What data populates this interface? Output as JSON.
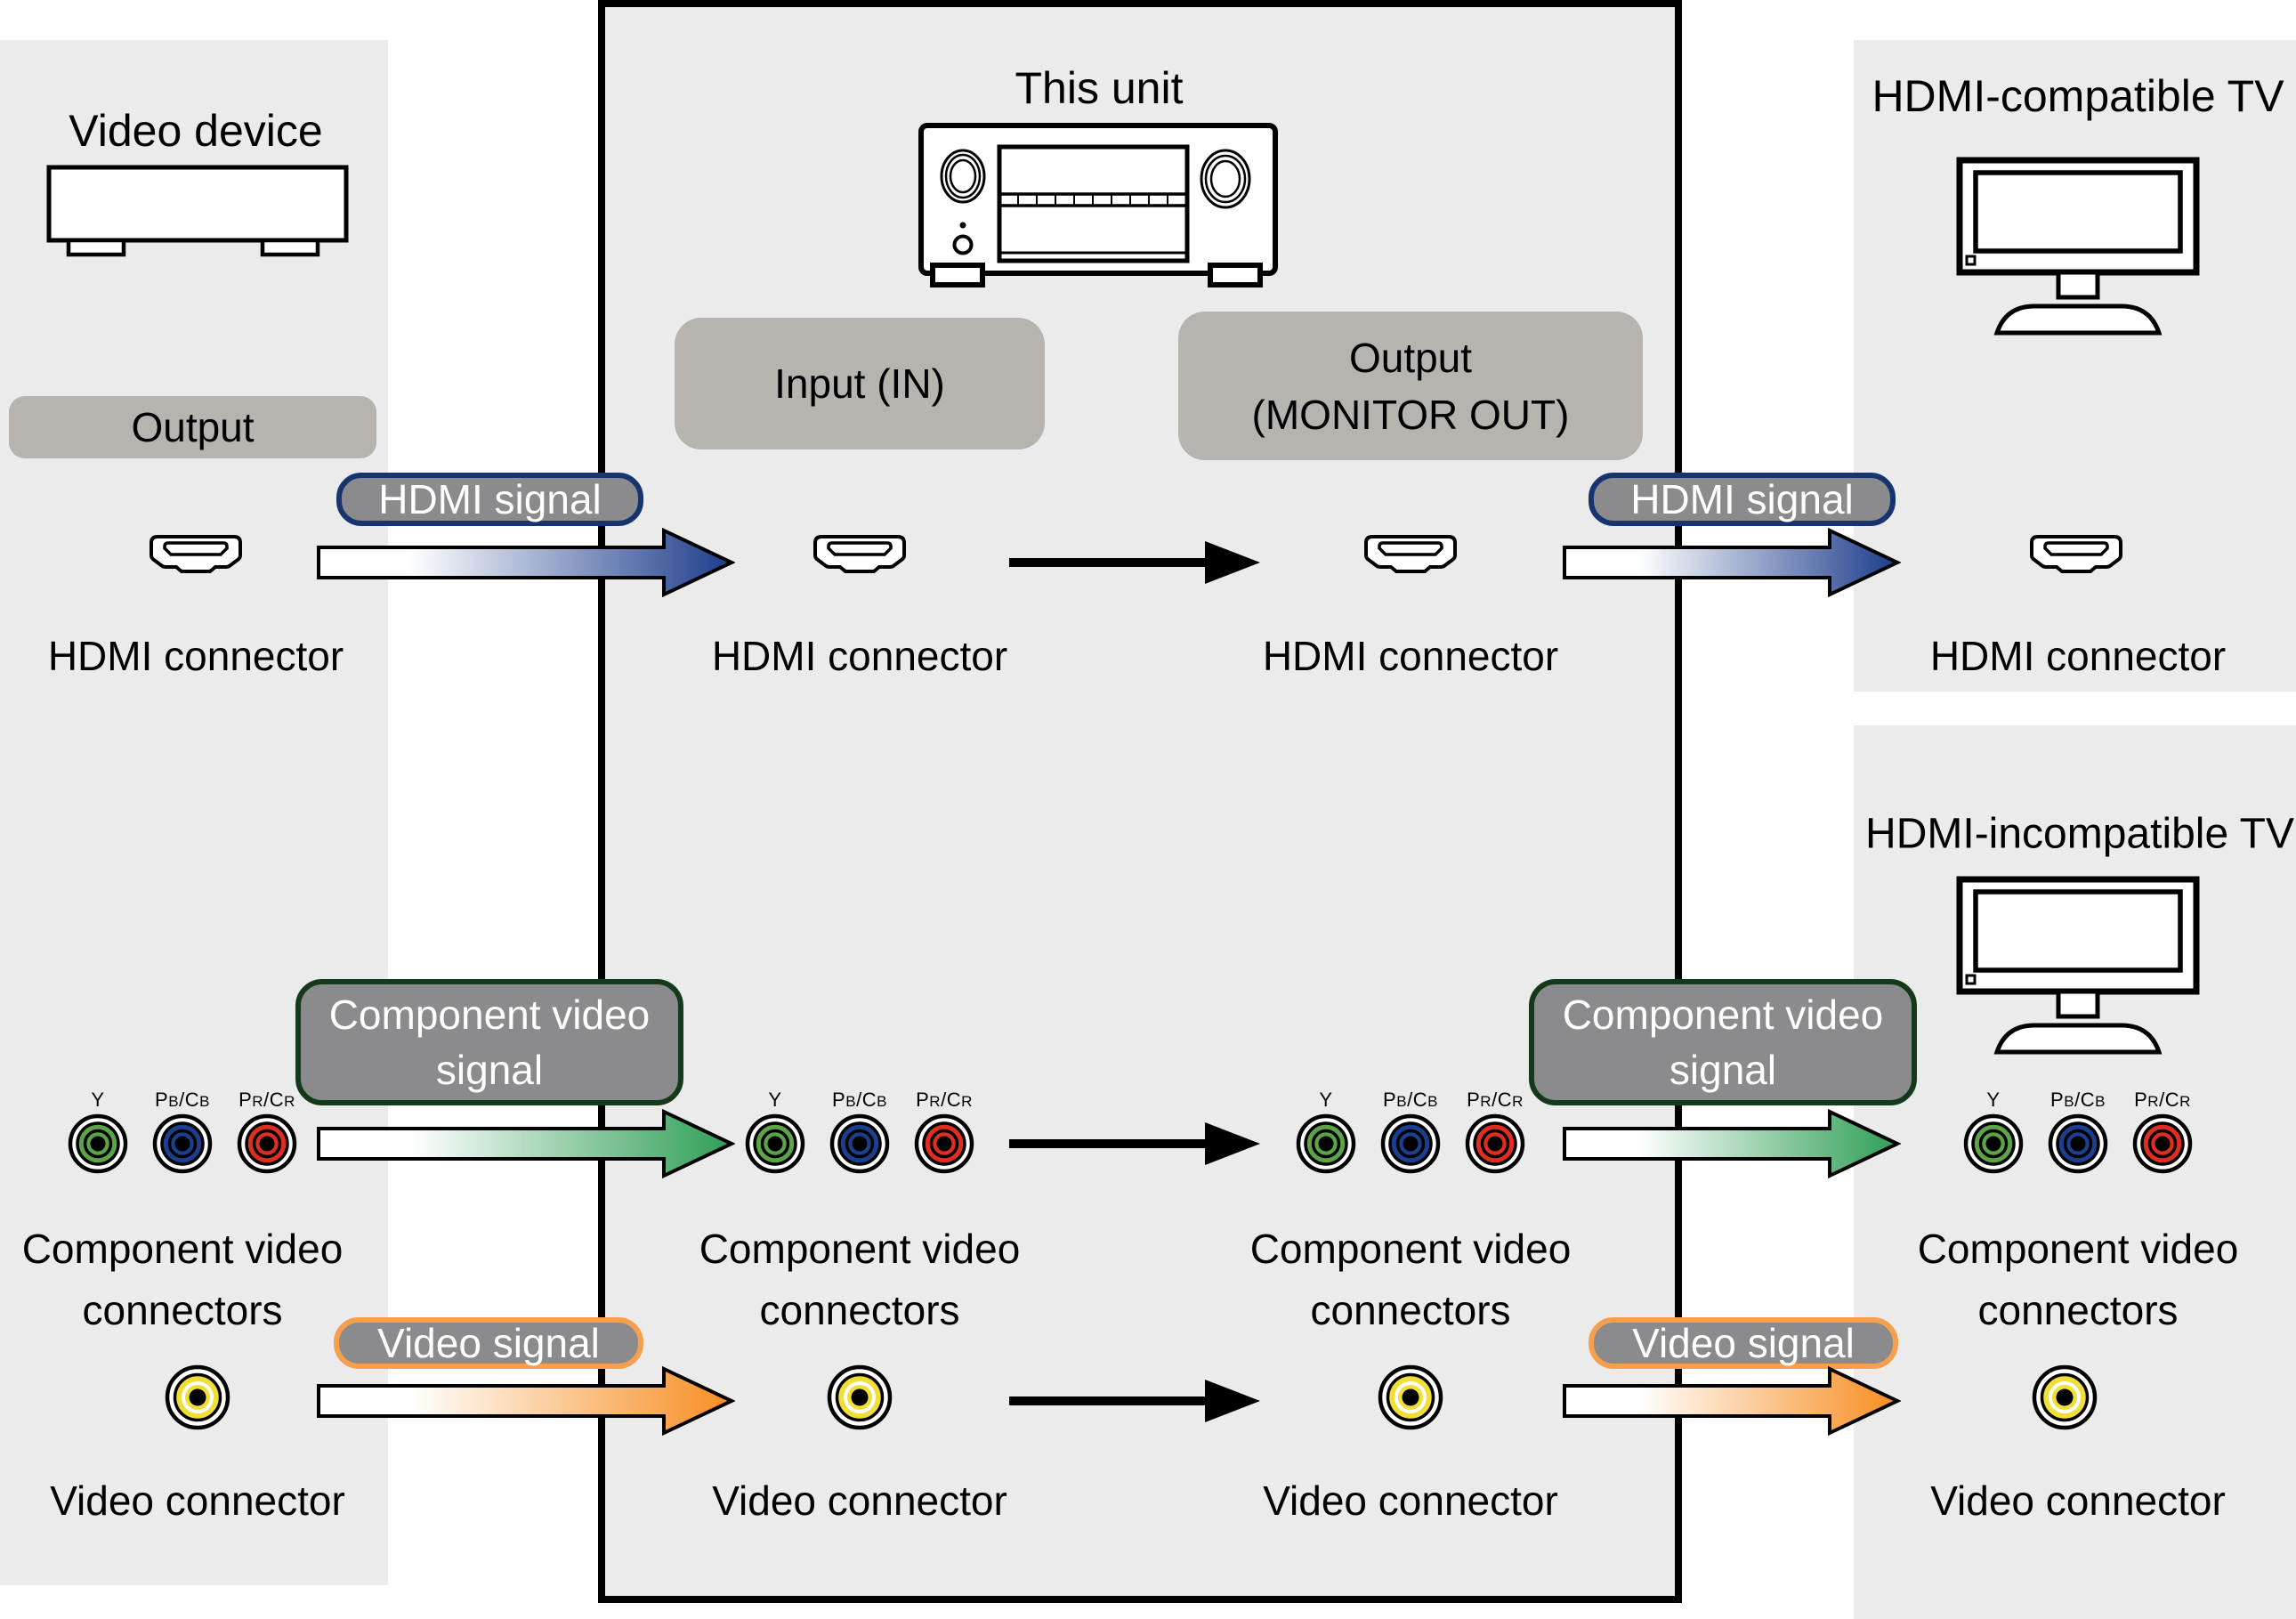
{
  "palette": {
    "panel_gray": "#ebebeb",
    "pill_gray": "#b7b3af",
    "badge_gray": "#8b8a8c",
    "outline_black": "#000000"
  },
  "titles": {
    "video_device": "Video device",
    "this_unit": "This unit",
    "tv_hdmi": "HDMI-compatible TV",
    "tv_no_hdmi": "HDMI-incompatible TV"
  },
  "io_labels": {
    "output": "Output",
    "input_in": "Input (IN)",
    "monitor_out_l1": "Output",
    "monitor_out_l2": "(MONITOR OUT)"
  },
  "signals": {
    "hdmi": {
      "label": "HDMI signal",
      "border": "#16356f",
      "color": "#1d3d8c"
    },
    "component": {
      "label_l1": "Component video",
      "label_l2": "signal",
      "border": "#15391b",
      "color": "#2f9e56"
    },
    "video": {
      "label": "Video signal",
      "border": "#f6a04f",
      "color": "#f78e22"
    }
  },
  "connector_labels": {
    "hdmi": "HDMI connector",
    "component_l1": "Component video",
    "component_l2": "connectors",
    "video": "Video connector"
  },
  "jack_labels": {
    "y": [
      {
        "t": "Y"
      }
    ],
    "pb": [
      {
        "t": "P"
      },
      {
        "t": "B",
        "small": true
      },
      {
        "t": "/"
      },
      {
        "t": "C"
      },
      {
        "t": "B",
        "small": true
      }
    ],
    "pr": [
      {
        "t": "P"
      },
      {
        "t": "R",
        "small": true
      },
      {
        "t": "/"
      },
      {
        "t": "C"
      },
      {
        "t": "R",
        "small": true
      }
    ]
  },
  "jack_colors": {
    "y": "#5ba447",
    "pb": "#1c3e8e",
    "pr": "#df2d22",
    "video": "#f2df35"
  }
}
